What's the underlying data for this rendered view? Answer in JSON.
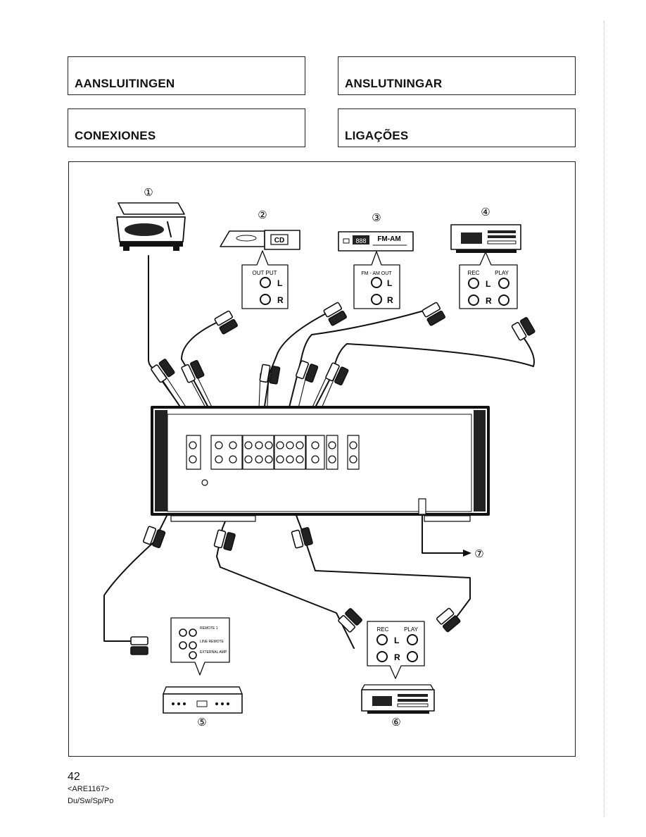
{
  "headers": {
    "dutch": "AANSLUITINGEN",
    "swedish": "ANSLUTNINGAR",
    "spanish": "CONEXIONES",
    "portuguese": "LIGAÇÕES"
  },
  "devices": {
    "turntable": {
      "number": "①"
    },
    "cd_player": {
      "number": "②",
      "display": "CD",
      "jack_label": "OUT PUT"
    },
    "tuner": {
      "number": "③",
      "display": "FM-AM",
      "readout": "888",
      "jack_label": "FM - AM  OUT"
    },
    "tape_deck_1": {
      "number": "④",
      "rec": "REC",
      "play": "PLAY"
    },
    "power_amp": {
      "number": "⑤",
      "jacks_top": "REMOTE 1",
      "jacks_mid": "LINE REMOTE",
      "jacks_bottom": "EXTERNAL AMP"
    },
    "tape_deck_2": {
      "number": "⑥",
      "rec": "REC",
      "play": "PLAY"
    },
    "power_cord": {
      "number": "⑦"
    }
  },
  "channels": {
    "left": "L",
    "right": "R"
  },
  "footer": {
    "page_number": "42",
    "code": "<ARE1167>",
    "languages": "Du/Sw/Sp/Po"
  }
}
